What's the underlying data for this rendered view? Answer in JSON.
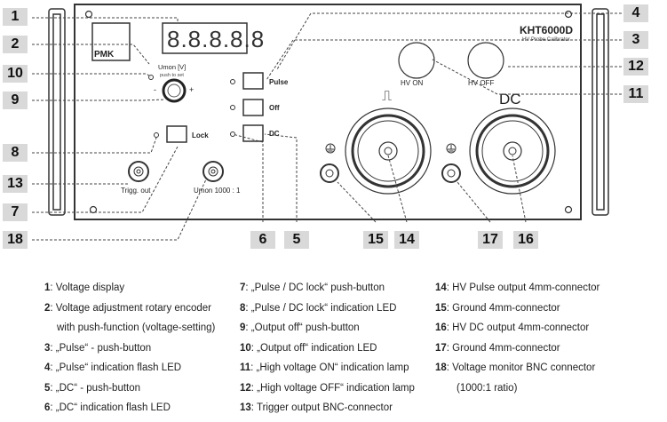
{
  "panel": {
    "brand_logo": "PMK",
    "model": "KHT6000D",
    "model_subtitle": "HV Probe Calibrator",
    "display_digits": "8.8.8.8.8",
    "umon_label": "Umon [V]",
    "umon_sub": "push to set",
    "minus": "-",
    "plus": "+",
    "pulse_label": "Pulse",
    "off_label": "Off",
    "dc_label": "DC",
    "lock_label": "Lock",
    "hv_on_label": "HV ON",
    "hv_off_label": "HV OFF",
    "pulse_symbol": "⎍",
    "dc_symbol": "DC",
    "trigg_out_label": "Trigg. out",
    "umon_bnc_label": "Umon 1000 : 1"
  },
  "callouts": [
    "1",
    "2",
    "10",
    "9",
    "8",
    "13",
    "7",
    "18",
    "4",
    "3",
    "12",
    "11",
    "6",
    "5",
    "15",
    "14",
    "17",
    "16"
  ],
  "legend": {
    "col1": [
      {
        "num": "1",
        "text": ": Voltage display"
      },
      {
        "num": "2",
        "text": ": Voltage adjustment rotary encoder"
      },
      {
        "num": "",
        "text": "with push-function (voltage-setting)"
      },
      {
        "num": "3",
        "text": ": „Pulse“ - push-button"
      },
      {
        "num": "4",
        "text": ": „Pulse“ indication flash LED"
      },
      {
        "num": "5",
        "text": ": „DC“ - push-button"
      },
      {
        "num": "6",
        "text": ": „DC“ indication flash LED"
      }
    ],
    "col2": [
      {
        "num": "7",
        "text": ": „Pulse / DC lock“ push-button"
      },
      {
        "num": "8",
        "text": ": „Pulse / DC lock“ indication LED"
      },
      {
        "num": "9",
        "text": ": „Output off“ push-button"
      },
      {
        "num": "10",
        "text": ": „Output off“ indication LED"
      },
      {
        "num": "11",
        "text": ": „High voltage ON“ indication lamp"
      },
      {
        "num": "12",
        "text": ": „High voltage OFF“ indication lamp"
      },
      {
        "num": "13",
        "text": ": Trigger output BNC-connector"
      }
    ],
    "col3": [
      {
        "num": "14",
        "text": ": HV Pulse output 4mm-connector"
      },
      {
        "num": "15",
        "text": ": Ground 4mm-connector"
      },
      {
        "num": "16",
        "text": ": HV DC output 4mm-connector"
      },
      {
        "num": "17",
        "text": ": Ground 4mm-connector"
      },
      {
        "num": "18",
        "text": ": Voltage monitor BNC connector"
      },
      {
        "num": "",
        "text": "(1000:1 ratio)"
      }
    ]
  },
  "colors": {
    "panel_stroke": "#333333",
    "tag_bg": "#d9d9d9",
    "line": "#444444"
  }
}
